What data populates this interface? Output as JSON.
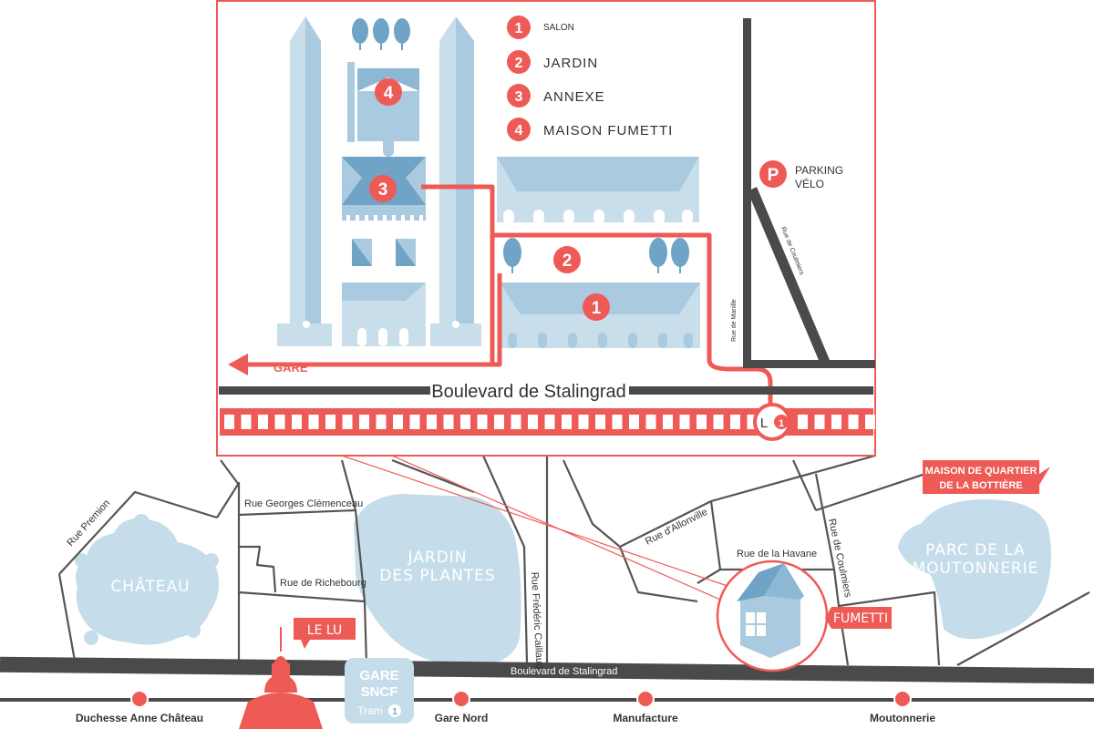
{
  "legend": {
    "items": [
      {
        "num": "1",
        "label": "SALON"
      },
      {
        "num": "2",
        "label": "JARDIN"
      },
      {
        "num": "3",
        "label": "ANNEXE"
      },
      {
        "num": "4",
        "label": "MAISON FUMETTI"
      }
    ]
  },
  "inset": {
    "parking_letter": "P",
    "parking_line1": "PARKING",
    "parking_line2": "VÉLO",
    "street_manille": "Rue de Manille",
    "street_coulmiers": "Rue de Coulmiers",
    "gare_label": "GARE",
    "boulevard": "Boulevard de Stalingrad",
    "tram_letter": "L",
    "tram_num": "1",
    "building_nums": {
      "salon": "1",
      "jardin": "2",
      "annexe": "3",
      "maison": "4"
    }
  },
  "map": {
    "streets": {
      "premion": "Rue Premion",
      "clemenceau": "Rue Georges Clémenceau",
      "richebourg": "Rue de Richebourg",
      "caillaud": "Rue Frédéric Caillaud",
      "allonville": "Rue d'Allonville",
      "havane": "Rue de la Havane",
      "coulmiers": "Rue de Coulmiers",
      "boulevard": "Boulevard de Stalingrad"
    },
    "parks": {
      "chateau": "CHÂTEAU",
      "jardin_line1": "JARDIN",
      "jardin_line2": "DES PLANTES",
      "parc_line1": "PARC DE LA",
      "parc_line2": "MOUTONNERIE"
    },
    "callouts": {
      "lelu": "LE LU",
      "maison_line1": "MAISON DE QUARTIER",
      "maison_line2": "DE LA BOTTIÈRE",
      "fumetti": "FUMETTI"
    },
    "gare": {
      "line1": "GARE",
      "line2": "SNCF",
      "tram": "Tram",
      "tram_num": "1"
    },
    "stops": [
      "Duchesse Anne Château",
      "Gare Nord",
      "Manufacture",
      "Moutonnerie"
    ]
  },
  "colors": {
    "accent": "#EE5A55",
    "park": "#C5DDEA",
    "building": "#A9CADF",
    "road": "#4A4A4A"
  }
}
